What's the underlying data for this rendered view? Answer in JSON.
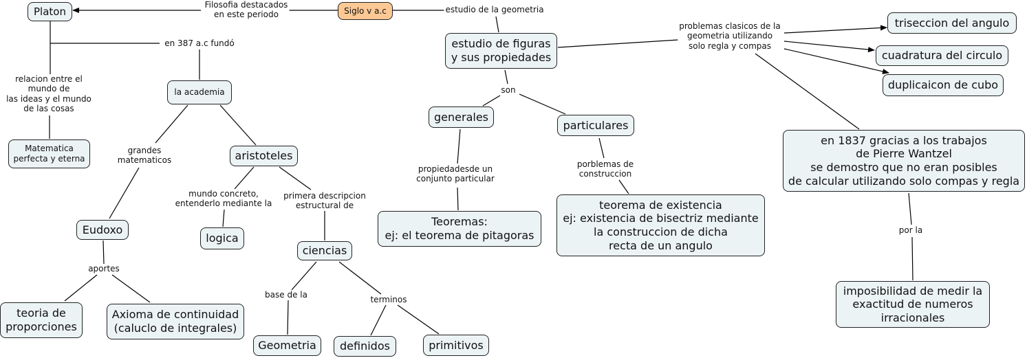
{
  "map": {
    "nodes": {
      "platon": "Platon",
      "siglo": "Siglo v a.c",
      "academia": "la academia",
      "matematica": "Matematica\nperfecta y eterna",
      "aristoteles": "aristoteles",
      "eudoxo": "Eudoxo",
      "logica": "logica",
      "ciencias": "ciencias",
      "teoria": "teoria de\nproporciones",
      "axioma": "Axioma de continuidad\n(caluclo de integrales)",
      "geometria": "Geometria",
      "definidos": "definidos",
      "primitivos": "primitivos",
      "estudio_figuras": "estudio de figuras\ny sus propiedades",
      "generales": "generales",
      "particulares": "particulares",
      "teoremas": "Teoremas:\nej: el teorema de pitagoras",
      "existencia": "teorema de existencia\nej: existencia de bisectriz mediante\nla construccion de dicha\nrecta de un angulo",
      "triseccion": "triseccion del angulo",
      "cuadratura": "cuadratura del circulo",
      "duplicacion": "duplicaicon de cubo",
      "wantzel": "en 1837 gracias a los trabajos\nde Pierre Wantzel\nse demostro que no eran posibles\nde calcular utilizando solo compas y regla",
      "imposibilidad": "imposibilidad de medir la\nexactitud de numeros\nirracionales"
    },
    "links": {
      "filosofia": "Filosofia destacados\nen este periodo",
      "fundo": "en 387 a.c fundó",
      "relacion": "relacion entre el\nmundo de\nlas ideas y el mundo\nde las cosas",
      "grandes": "grandes\nmatematicos",
      "mundo_concreto": "mundo concreto,\nentenderlo mediante la",
      "primera": "primera descripcion\nestructural de",
      "aportes": "aportes",
      "base": "base de la",
      "terminos": "terminos",
      "estudio_geo": "estudio de la geometria",
      "son": "son",
      "propiedades": "propiedadesde un\nconjunto particular",
      "porblemas": "porblemas de\nconstruccion",
      "clasicos": "problemas clasicos de la\ngeometria utilizando\nsolo regla y compas",
      "por_la": "por la"
    }
  },
  "colors": {
    "node_fill": "#ecf3f5",
    "root_fill": "#fcc995",
    "line": "#000000"
  }
}
